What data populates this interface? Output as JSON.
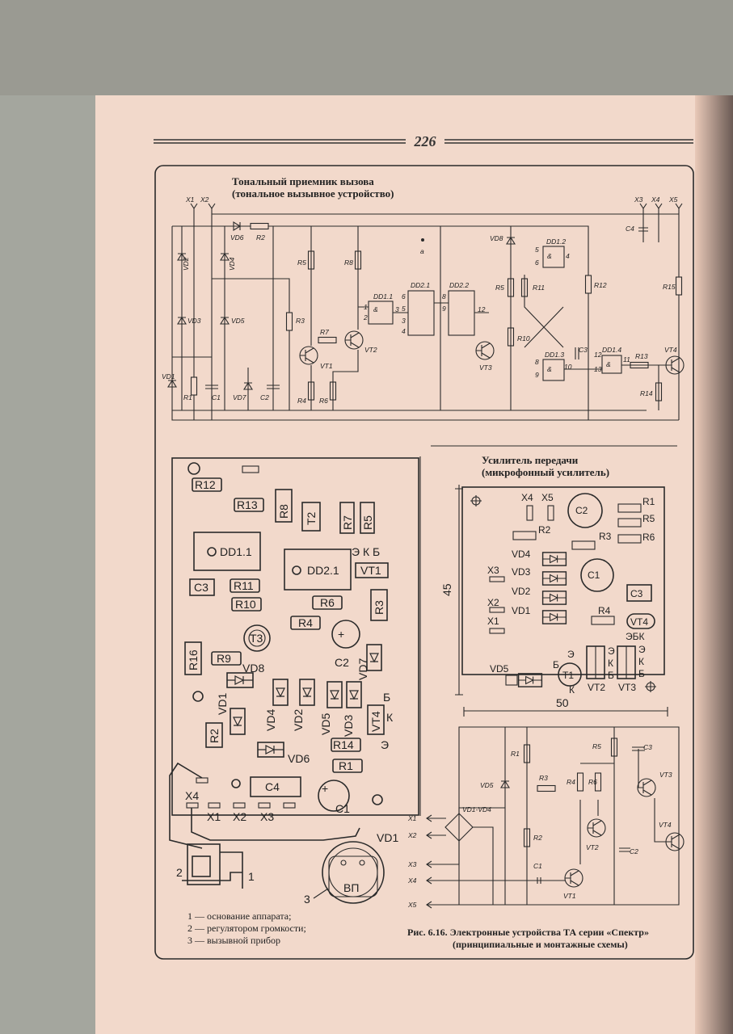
{
  "page_number": "226",
  "receiver": {
    "title_line1": "Тональный приемник вызова",
    "title_line2": "(тональное вызывное устройство)",
    "labels": {
      "X1": "X1",
      "X2": "X2",
      "X3": "X3",
      "X4": "X4",
      "X5": "X5",
      "C4": "C4",
      "VD6": "VD6",
      "R2": "R2",
      "VD2": "VD2",
      "VD4": "VD4",
      "VD3": "VD3",
      "VD5": "VD5",
      "VD1": "VD1",
      "R1": "R1",
      "C1": "C1",
      "VD7": "VD7",
      "C2": "C2",
      "R5": "R5",
      "R3": "R3",
      "R4": "R4",
      "R6": "R6",
      "VT1": "VT1",
      "R7": "R7",
      "R8": "R8",
      "VT2": "VT2",
      "DD11": "DD1.1",
      "DD21": "DD2.1",
      "DD22": "DD2.2",
      "a": "a",
      "VD8": "VD8",
      "DD12": "DD1.2",
      "R11": "R11",
      "R10": "R10",
      "VT3": "VT3",
      "C3": "C3",
      "DD13": "DD1.3",
      "DD14": "DD1.4",
      "R12": "R12",
      "R13": "R13",
      "R14": "R14",
      "R15": "R15",
      "VT4": "VT4",
      "and_sym": "&",
      "p1": "1",
      "p2": "2",
      "p3": "3",
      "p4": "4",
      "p5": "5",
      "p6": "6",
      "p8": "8",
      "p9": "9",
      "p10": "10",
      "p11": "11",
      "p12": "12",
      "p13": "13"
    }
  },
  "board1": {
    "labels": {
      "R12": "R12",
      "R13": "R13",
      "R8": "R8",
      "T2": "T2",
      "R7": "R7",
      "R5": "R5",
      "DD11": "DD1.1",
      "DD21": "DD2.1",
      "EKB": "Э К Б",
      "VT1": "VT1",
      "C3": "C3",
      "R11": "R11",
      "R10": "R10",
      "R6": "R6",
      "R3": "R3",
      "R4": "R4",
      "T3": "T3",
      "R16": "R16",
      "R9": "R9",
      "VD8": "VD8",
      "C2": "C2",
      "VD7": "VD7",
      "VD1": "VD1",
      "VD4": "VD4",
      "VD2": "VD2",
      "VD5": "VD5",
      "VD3": "VD3",
      "B": "Б",
      "K": "К",
      "VT4": "VT4",
      "E": "Э",
      "R2": "R2",
      "R14": "R14",
      "VD6": "VD6",
      "R1": "R1",
      "C4": "C4",
      "X4": "X4",
      "X1": "X1",
      "X2": "X2",
      "X3": "X3",
      "C1": "C1",
      "plus": "+"
    }
  },
  "assembly": {
    "labels": {
      "VD1": "VD1",
      "num2": "2",
      "num1": "1",
      "num3": "3",
      "VP": "ВП"
    },
    "legend": [
      "1 — основание аппарата;",
      "2 — регулятором громкости;",
      "3 — вызывной прибор"
    ]
  },
  "amp_board": {
    "title_line1": "Усилитель передачи",
    "title_line2": "(микрофонный усилитель)",
    "dim_height": "45",
    "dim_width": "50",
    "labels": {
      "X4": "X4",
      "X5": "X5",
      "C2": "C2",
      "R1": "R1",
      "R5": "R5",
      "R2": "R2",
      "R3": "R3",
      "R6": "R6",
      "VD4": "VD4",
      "X3": "X3",
      "VD3": "VD3",
      "C1": "C1",
      "C3": "C3",
      "VD2": "VD2",
      "X2": "X2",
      "R4": "R4",
      "X1": "X1",
      "VD1": "VD1",
      "VT4": "VT4",
      "EBK": "ЭБК",
      "VD5": "VD5",
      "E": "Э",
      "B": "Б",
      "K": "К",
      "T1": "T1",
      "VT2": "VT2",
      "VT3": "VT3",
      "EKB_col": [
        "Э",
        "К",
        "Б"
      ]
    }
  },
  "amp": {
    "labels": {
      "X1": "X1",
      "X2": "X2",
      "X3": "X3",
      "X4": "X4",
      "X5": "X5",
      "VD1VD4": "VD1-VD4",
      "VD5": "VD5",
      "R1": "R1",
      "R2": "R2",
      "R3": "R3",
      "R4": "R4",
      "R5": "R5",
      "R6": "R6",
      "C1": "C1",
      "C2": "C2",
      "C3": "C3",
      "VT1": "VT1",
      "VT2": "VT2",
      "VT3": "VT3",
      "VT4": "VT4"
    }
  },
  "caption": {
    "line1": "Рис. 6.16. Электронные устройства ТА серии «Спектр»",
    "line2": "(принципиальные и монтажные схемы)"
  },
  "colors": {
    "paper": "#f2d9cb",
    "ink": "#2a2a2a",
    "background": "#8e8e86"
  }
}
